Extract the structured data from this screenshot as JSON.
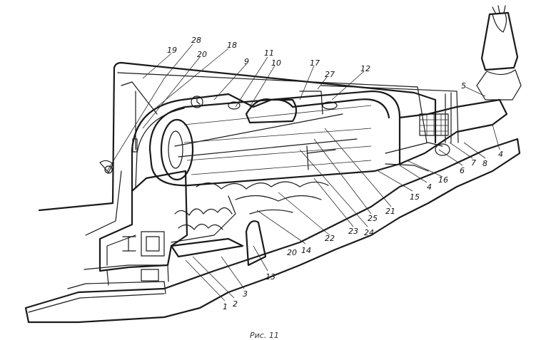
{
  "diagram": {
    "callouts": [
      {
        "id": "c28",
        "text": "28"
      },
      {
        "id": "c19",
        "text": "19"
      },
      {
        "id": "c20a",
        "text": "20"
      },
      {
        "id": "c18",
        "text": "18"
      },
      {
        "id": "c9",
        "text": "9"
      },
      {
        "id": "c11",
        "text": "11"
      },
      {
        "id": "c10",
        "text": "10"
      },
      {
        "id": "c17",
        "text": "17"
      },
      {
        "id": "c27",
        "text": "27"
      },
      {
        "id": "c12",
        "text": "12"
      },
      {
        "id": "c5",
        "text": "5"
      },
      {
        "id": "c4a",
        "text": "4"
      },
      {
        "id": "c8",
        "text": "8"
      },
      {
        "id": "c7",
        "text": "7"
      },
      {
        "id": "c6",
        "text": "6"
      },
      {
        "id": "c16",
        "text": "16"
      },
      {
        "id": "c4b",
        "text": "4"
      },
      {
        "id": "c15",
        "text": "15"
      },
      {
        "id": "c21",
        "text": "21"
      },
      {
        "id": "c25",
        "text": "25"
      },
      {
        "id": "c24",
        "text": "24"
      },
      {
        "id": "c23",
        "text": "23"
      },
      {
        "id": "c22",
        "text": "22"
      },
      {
        "id": "c14",
        "text": "14"
      },
      {
        "id": "c20b",
        "text": "20"
      },
      {
        "id": "c13",
        "text": "13"
      },
      {
        "id": "c3",
        "text": "3"
      },
      {
        "id": "c2",
        "text": "2"
      },
      {
        "id": "c1",
        "text": "1"
      }
    ],
    "caption": "Рис. 11"
  }
}
